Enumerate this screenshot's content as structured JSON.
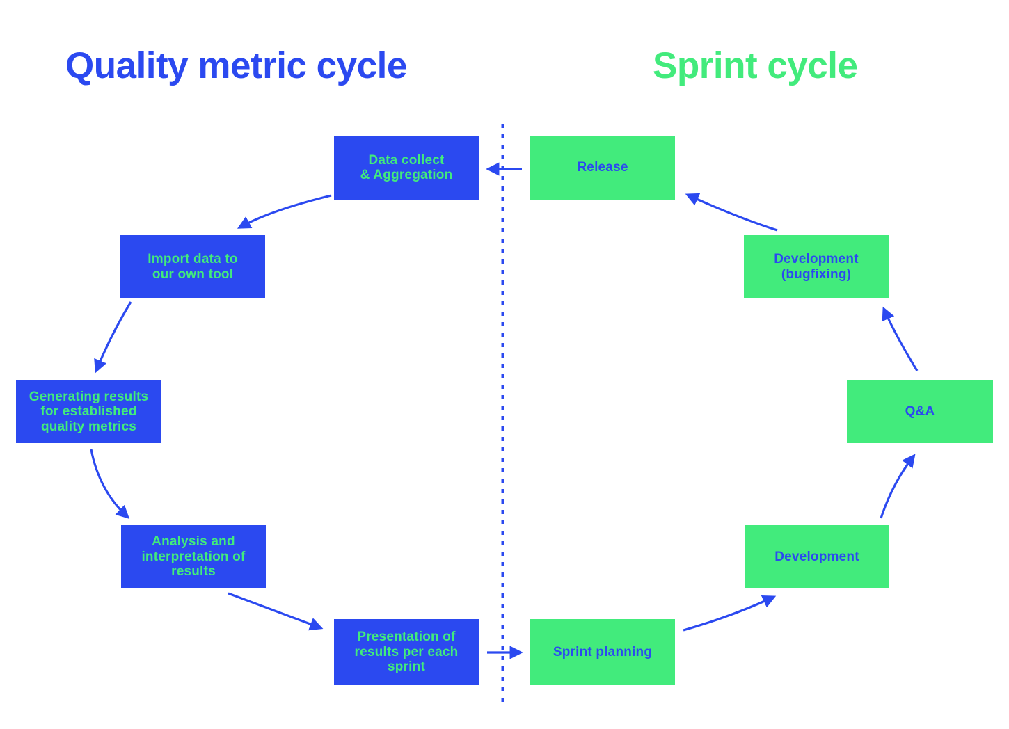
{
  "colors": {
    "blue": "#2B49F0",
    "green": "#42EB7C",
    "background": "#FFFFFF"
  },
  "quality_cycle": {
    "title": "Quality metric cycle",
    "steps": [
      {
        "id": "data-collect",
        "label": "Data collect\n& Aggregation"
      },
      {
        "id": "import-data",
        "label": "Import data to\nour own tool"
      },
      {
        "id": "generating-results",
        "label": "Generating results\nfor established\nquality metrics"
      },
      {
        "id": "analysis",
        "label": "Analysis and\ninterpretation of\nresults"
      },
      {
        "id": "presentation",
        "label": "Presentation of\nresults per each\nsprint"
      }
    ]
  },
  "sprint_cycle": {
    "title": "Sprint cycle",
    "steps": [
      {
        "id": "release",
        "label": "Release"
      },
      {
        "id": "development-bugfixing",
        "label": "Development\n(bugfixing)"
      },
      {
        "id": "qa",
        "label": "Q&A"
      },
      {
        "id": "development",
        "label": "Development"
      },
      {
        "id": "sprint-planning",
        "label": "Sprint planning"
      }
    ]
  },
  "connections": [
    {
      "from": "release",
      "to": "data-collect"
    },
    {
      "from": "data-collect",
      "to": "import-data"
    },
    {
      "from": "import-data",
      "to": "generating-results"
    },
    {
      "from": "generating-results",
      "to": "analysis"
    },
    {
      "from": "analysis",
      "to": "presentation"
    },
    {
      "from": "presentation",
      "to": "sprint-planning"
    },
    {
      "from": "sprint-planning",
      "to": "development"
    },
    {
      "from": "development",
      "to": "qa"
    },
    {
      "from": "qa",
      "to": "development-bugfixing"
    },
    {
      "from": "development-bugfixing",
      "to": "release"
    }
  ]
}
